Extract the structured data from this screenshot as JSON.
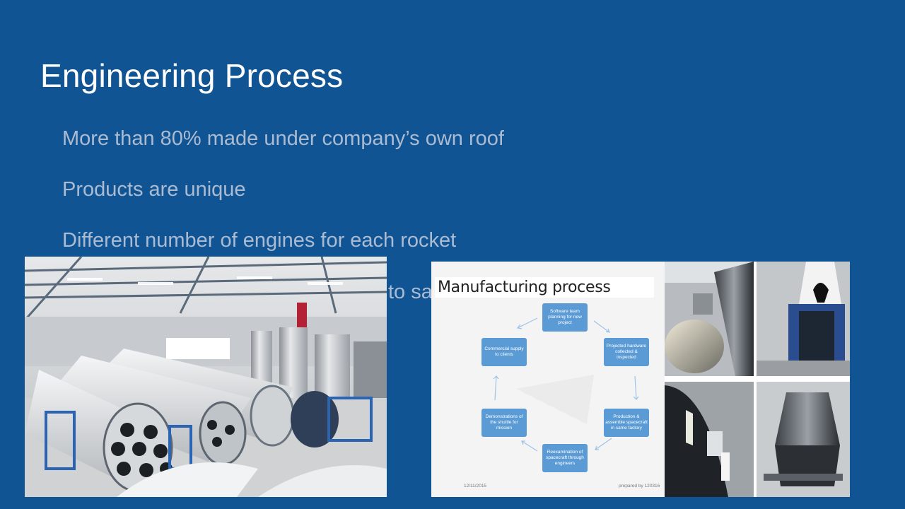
{
  "slide": {
    "title": "Engineering Process",
    "bullets": [
      "More than 80% made under company’s own roof",
      "Products are unique",
      "Different number of engines for each rocket",
      "to sa"
    ]
  },
  "manufacturing_slide": {
    "title": "Manufacturing process",
    "steps": [
      "Software team planning for new project",
      "Projected hardware collected & inspected",
      "Production & assemble spacecraft in same factory",
      "Reexamination of spacecraft through engineers",
      "Demonstrations of the shuttle for mission",
      "Commercial supply to clients"
    ],
    "footer_date": "12/11/2015",
    "footer_author": "prepared by 120316"
  },
  "colors": {
    "background": "#115493",
    "title_text": "#ffffff",
    "bullet_text": "#aabbd2",
    "node_fill": "#5b9bd5"
  },
  "images": [
    "rocket-factory-photo",
    "manufacturing-process-slide",
    "rocket-collage-photo"
  ]
}
